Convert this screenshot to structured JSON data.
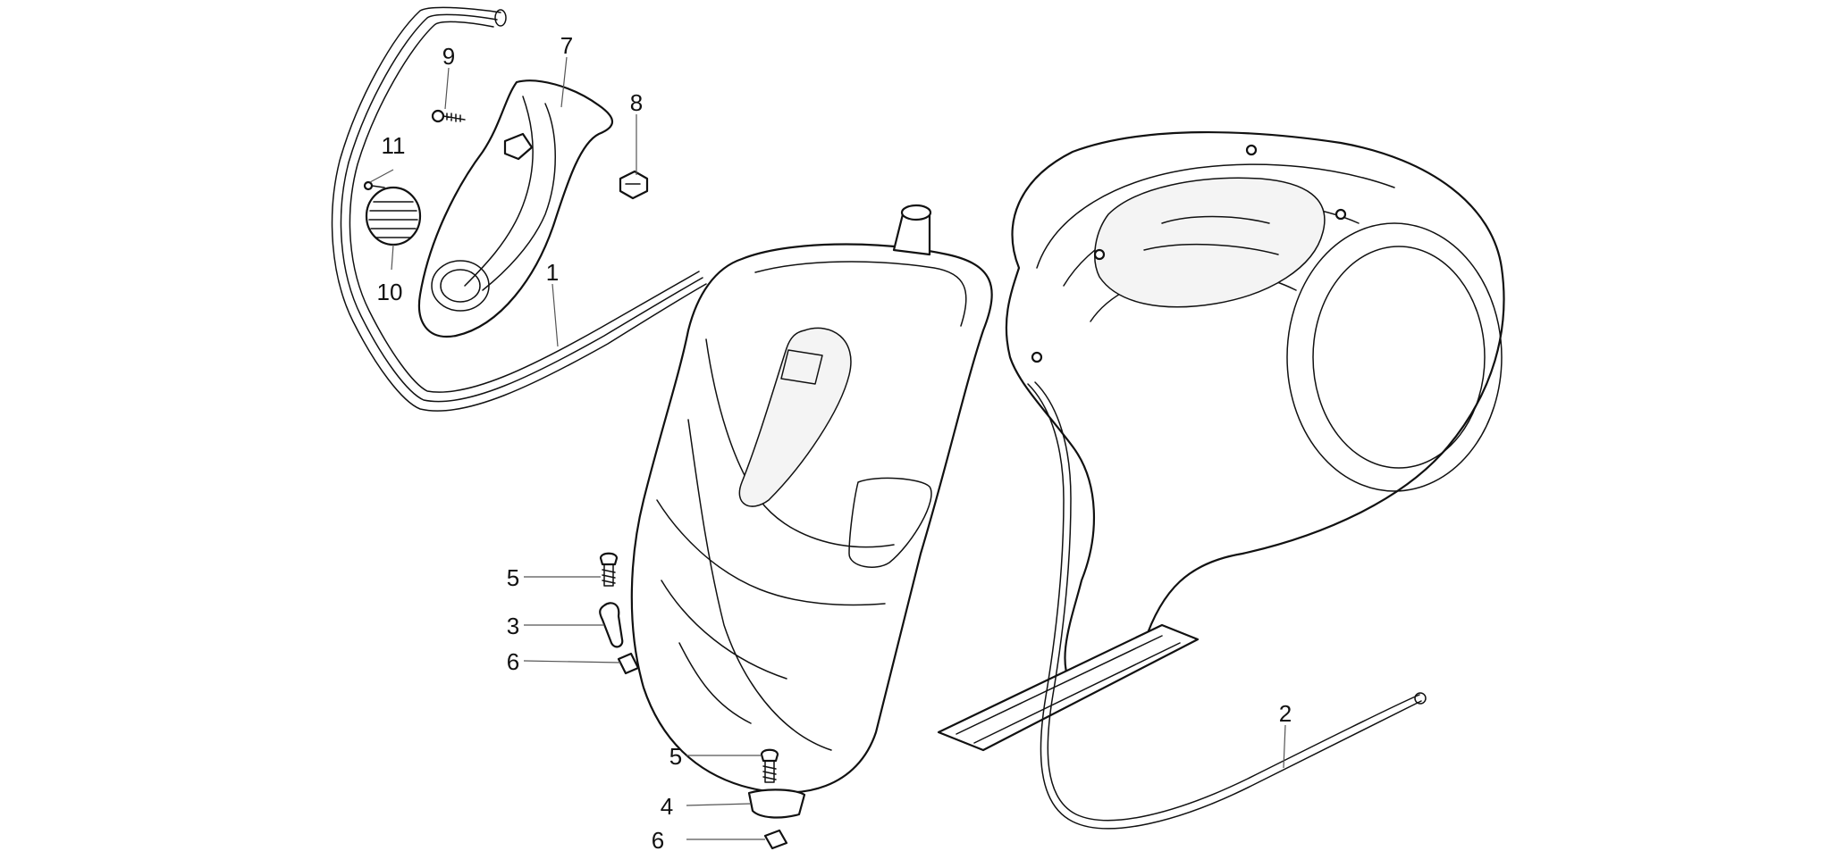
{
  "diagram": {
    "callouts": [
      {
        "id": "c1",
        "label": "1"
      },
      {
        "id": "c2",
        "label": "2"
      },
      {
        "id": "c3",
        "label": "3"
      },
      {
        "id": "c4",
        "label": "4"
      },
      {
        "id": "c5a",
        "label": "5"
      },
      {
        "id": "c5b",
        "label": "5"
      },
      {
        "id": "c6a",
        "label": "6"
      },
      {
        "id": "c6b",
        "label": "6"
      },
      {
        "id": "c7",
        "label": "7"
      },
      {
        "id": "c8",
        "label": "8"
      },
      {
        "id": "c9",
        "label": "9"
      },
      {
        "id": "c10",
        "label": "10"
      },
      {
        "id": "c11",
        "label": "11"
      }
    ]
  }
}
